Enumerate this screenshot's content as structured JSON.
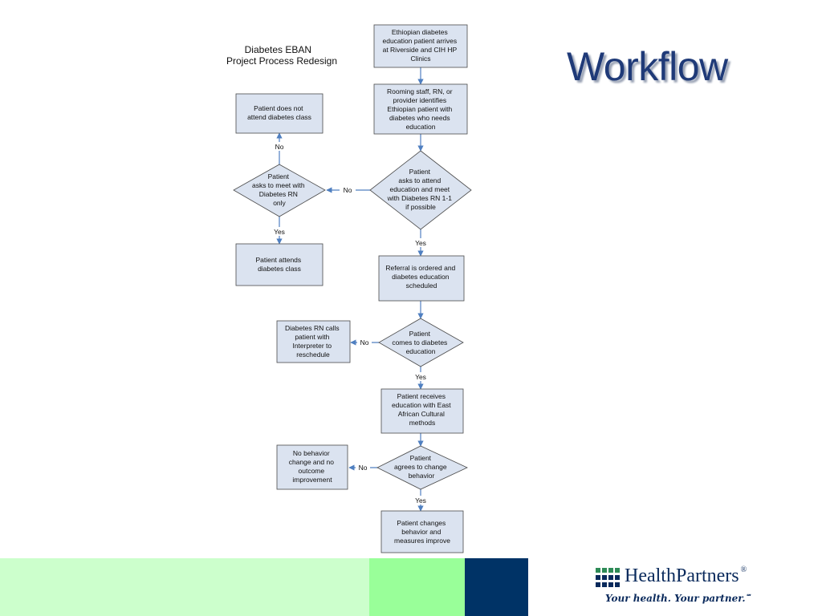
{
  "slide": {
    "title": "Workflow"
  },
  "diagram": {
    "title_lines": [
      "Diabetes EBAN",
      "Project Process Redesign"
    ],
    "nodes": {
      "arrives": [
        "Ethiopian diabetes",
        "education patient arrives",
        "at Riverside and CIH HP",
        "Clinics"
      ],
      "identifies": [
        "Rooming staff, RN, or",
        "provider identifies",
        "Ethiopian patient with",
        "diabetes who needs",
        "education"
      ],
      "asks_attend": [
        "Patient",
        "asks to attend",
        "education and meet",
        "with Diabetes RN 1-1",
        "if possible"
      ],
      "asks_rn_only": [
        "Patient",
        "asks to meet with",
        "Diabetes RN",
        "only"
      ],
      "no_class": [
        "Patient does not",
        "attend diabetes class"
      ],
      "attends_class": [
        "Patient attends",
        "diabetes class"
      ],
      "referral": [
        "Referral is ordered and",
        "diabetes education",
        "scheduled"
      ],
      "comes": [
        "Patient",
        "comes to diabetes",
        "education"
      ],
      "rn_calls": [
        "Diabetes RN calls",
        "patient with",
        "Interpreter to",
        "reschedule"
      ],
      "receives": [
        "Patient receives",
        "education with East",
        "African Cultural",
        "methods"
      ],
      "agrees": [
        "Patient",
        "agrees to change",
        "behavior"
      ],
      "no_change": [
        "No behavior",
        "change and no",
        "outcome",
        "improvement"
      ],
      "changes": [
        "Patient changes",
        "behavior and",
        "measures improve"
      ]
    },
    "edge_labels": {
      "yes": "Yes",
      "no": "No"
    },
    "colors": {
      "node_fill": "#dbe3f0",
      "node_stroke": "#4a4a4a",
      "arrow": "#4f7fc0"
    }
  },
  "footer": {
    "brand_name": "HealthPartners",
    "brand_mark": "®",
    "tagline": "Your health. Your partner.",
    "tagline_mark": "℠",
    "colors": {
      "band_light": "#ccffcc",
      "band_mid": "#99ff99",
      "band_dark": "#003366",
      "brand_blue": "#0a2a5c"
    }
  }
}
